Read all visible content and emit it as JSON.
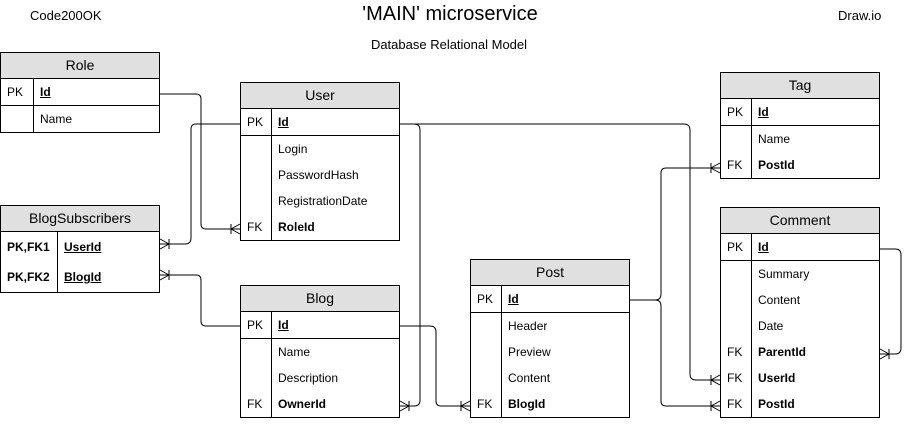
{
  "header": {
    "left": "Code200OK",
    "title": "'MAIN' microservice",
    "subtitle": "Database Relational Model",
    "right": "Draw.io"
  },
  "entities": [
    {
      "id": "role",
      "name": "Role",
      "rows": [
        {
          "key": "PK",
          "field": "Id",
          "bold": true,
          "underline": true,
          "sep": true
        },
        {
          "key": "",
          "field": "Name"
        }
      ]
    },
    {
      "id": "blogsubscribers",
      "name": "BlogSubscribers",
      "rows": [
        {
          "key": "PK,FK1",
          "field": "UserId",
          "bold": true,
          "underline": true,
          "keybold": true
        },
        {
          "key": "PK,FK2",
          "field": "BlogId",
          "bold": true,
          "underline": true,
          "keybold": true
        }
      ]
    },
    {
      "id": "user",
      "name": "User",
      "rows": [
        {
          "key": "PK",
          "field": "Id",
          "bold": true,
          "underline": true,
          "sep": true
        },
        {
          "key": "",
          "field": "Login"
        },
        {
          "key": "",
          "field": "PasswordHash"
        },
        {
          "key": "",
          "field": "RegistrationDate"
        },
        {
          "key": "FK",
          "field": "RoleId",
          "bold": true
        }
      ]
    },
    {
      "id": "blog",
      "name": "Blog",
      "rows": [
        {
          "key": "PK",
          "field": "Id",
          "bold": true,
          "underline": true,
          "sep": true
        },
        {
          "key": "",
          "field": "Name"
        },
        {
          "key": "",
          "field": "Description"
        },
        {
          "key": "FK",
          "field": "OwnerId",
          "bold": true
        }
      ]
    },
    {
      "id": "post",
      "name": "Post",
      "rows": [
        {
          "key": "PK",
          "field": "Id",
          "bold": true,
          "underline": true,
          "sep": true
        },
        {
          "key": "",
          "field": "Header"
        },
        {
          "key": "",
          "field": "Preview"
        },
        {
          "key": "",
          "field": "Content"
        },
        {
          "key": "FK",
          "field": "BlogId",
          "bold": true
        }
      ]
    },
    {
      "id": "tag",
      "name": "Tag",
      "rows": [
        {
          "key": "PK",
          "field": "Id",
          "bold": true,
          "underline": true,
          "sep": true
        },
        {
          "key": "",
          "field": "Name"
        },
        {
          "key": "FK",
          "field": "PostId",
          "bold": true
        }
      ]
    },
    {
      "id": "comment",
      "name": "Comment",
      "rows": [
        {
          "key": "PK",
          "field": "Id",
          "bold": true,
          "underline": true,
          "sep": true
        },
        {
          "key": "",
          "field": "Summary"
        },
        {
          "key": "",
          "field": "Content"
        },
        {
          "key": "",
          "field": "Date"
        },
        {
          "key": "FK",
          "field": "ParentId",
          "bold": true
        },
        {
          "key": "FK",
          "field": "UserId",
          "bold": true
        },
        {
          "key": "FK",
          "field": "PostId",
          "bold": true
        }
      ]
    }
  ],
  "relationships": [
    {
      "from": "role.Id",
      "to": "user.RoleId",
      "cardinality": "one-to-many"
    },
    {
      "from": "user.Id",
      "to": "blogsubscribers.UserId",
      "cardinality": "one-to-many"
    },
    {
      "from": "blog.Id",
      "to": "blogsubscribers.BlogId",
      "cardinality": "one-to-many"
    },
    {
      "from": "user.Id",
      "to": "blog.OwnerId",
      "cardinality": "one-to-many"
    },
    {
      "from": "blog.Id",
      "to": "post.BlogId",
      "cardinality": "one-to-many"
    },
    {
      "from": "post.Id",
      "to": "tag.PostId",
      "cardinality": "one-to-many"
    },
    {
      "from": "post.Id",
      "to": "comment.PostId",
      "cardinality": "one-to-many"
    },
    {
      "from": "user.Id",
      "to": "comment.UserId",
      "cardinality": "one-to-many"
    },
    {
      "from": "comment.Id",
      "to": "comment.ParentId",
      "cardinality": "one-to-many"
    }
  ]
}
